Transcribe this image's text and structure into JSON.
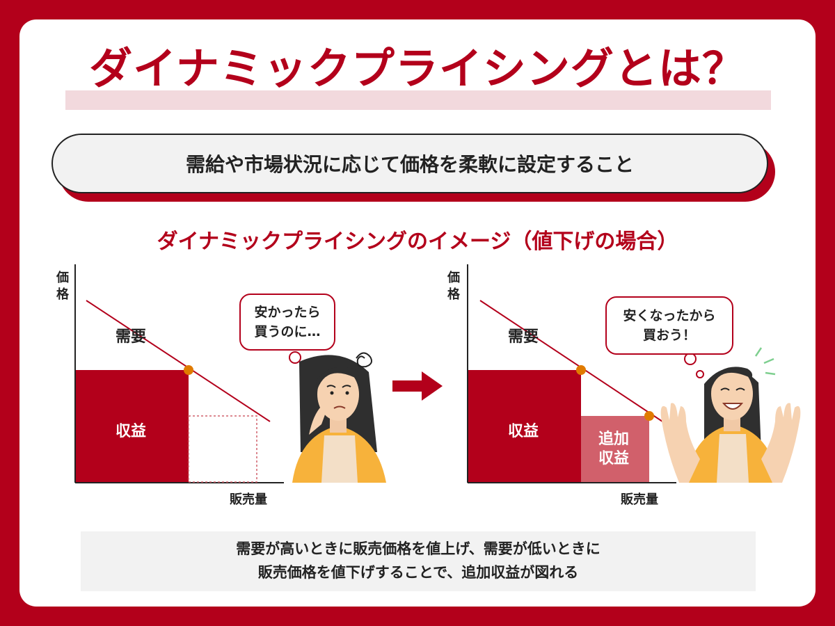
{
  "title": "ダイナミックプライシングとは？",
  "definition": "需給や市場状況に応じて価格を柔軟に設定すること",
  "subtitle": "ダイナミックプライシングのイメージ（値下げの場合）",
  "left_chart": {
    "y_axis": "価格",
    "x_axis": "販売量",
    "demand": "需要",
    "revenue": "収益",
    "speech": [
      "安かったら",
      "買うのに…"
    ]
  },
  "right_chart": {
    "y_axis": "価格",
    "x_axis": "販売量",
    "demand": "需要",
    "revenue": "収益",
    "extra_revenue": [
      "追加",
      "収益"
    ],
    "speech": [
      "安くなったから",
      "買おう！"
    ]
  },
  "note": [
    "需要が高いときに販売価格を値上げ、需要が低いときに",
    "販売価格を値下げすることで、追加収益が図れる"
  ],
  "colors": {
    "brand": "#b3001b",
    "band": "#f2d9dd",
    "dot": "#e07b00",
    "extra": "#d1606b",
    "cardigan": "#f7b23b"
  }
}
